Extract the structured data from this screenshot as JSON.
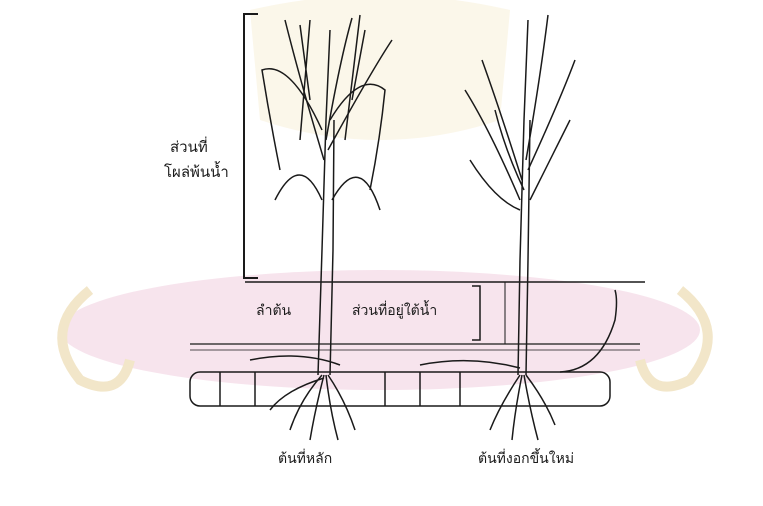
{
  "labels": {
    "above_water_line1": "ส่วนที่",
    "above_water_line2": "โผล่พ้นน้ำ",
    "stem": "ลำต้น",
    "underwater": "ส่วนที่อยู่ใต้น้ำ",
    "main_plant": "ต้นที่หลัก",
    "new_plant": "ต้นที่งอกขึ้นใหม่"
  },
  "colors": {
    "ink": "#1a1a1a",
    "watermark": "#f3d9e6",
    "watermark_gold": "#f2e7c6"
  }
}
